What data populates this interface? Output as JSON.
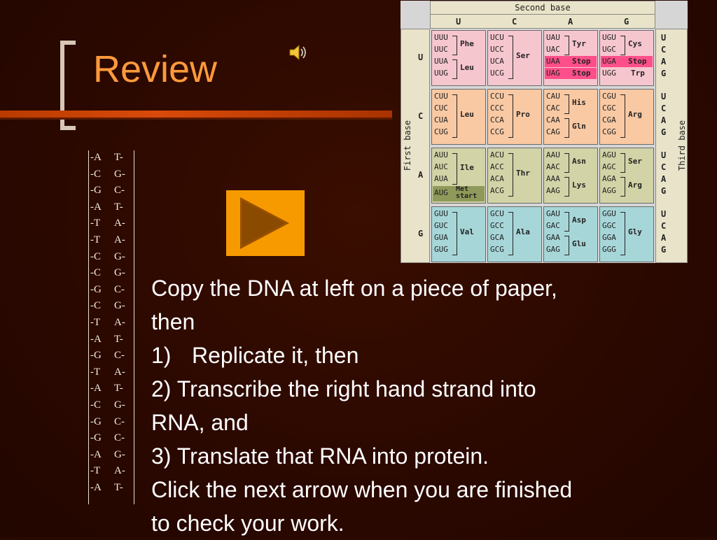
{
  "slide": {
    "title": "Review",
    "dna_left": [
      "-A",
      "-C",
      "-G",
      "-A",
      "-T",
      "-T",
      "-C",
      "-C",
      "-G",
      "-C",
      "-T",
      "-A",
      "-G",
      "-T",
      "-A",
      "-C",
      "-G",
      "-G",
      "-A",
      "-T",
      "-A"
    ],
    "dna_right": [
      "T-",
      "G-",
      "C-",
      "T-",
      "A-",
      "A-",
      "G-",
      "G-",
      "C-",
      "G-",
      "A-",
      "T-",
      "C-",
      "A-",
      "T-",
      "G-",
      "C-",
      "C-",
      "G-",
      "A-",
      "T-"
    ],
    "instructions": {
      "line1": "Copy the DNA at left on a piece of paper,",
      "line2": "then",
      "step1_num": "1)",
      "step1_text": "Replicate it, then",
      "line4a": "2) Transcribe the right hand strand into",
      "line4b": "RNA, and",
      "line5": "3) Translate that RNA into protein.",
      "line6a": "Click the next arrow when you are finished",
      "line6b": "to check your work."
    },
    "colors": {
      "title": "#ff9a3c",
      "play_button": "#f79a00",
      "arrow": "#8a4a00"
    }
  },
  "codon_table": {
    "second_base_label": "Second base",
    "first_base_label": "First base",
    "third_base_label": "Third base",
    "second_bases": [
      "U",
      "C",
      "A",
      "G"
    ],
    "first_bases": [
      "U",
      "C",
      "A",
      "G"
    ],
    "third_bases": [
      "U",
      "C",
      "A",
      "G"
    ],
    "rows": [
      {
        "color": "#f6c6cf",
        "cells": [
          {
            "groups": [
              {
                "codons": [
                  "UUU",
                  "UUC"
                ],
                "aa": "Phe"
              },
              {
                "codons": [
                  "UUA",
                  "UUG"
                ],
                "aa": "Leu"
              }
            ]
          },
          {
            "groups": [
              {
                "codons": [
                  "UCU",
                  "UCC",
                  "UCA",
                  "UCG"
                ],
                "aa": "Ser"
              }
            ]
          },
          {
            "groups": [
              {
                "codons": [
                  "UAU",
                  "UAC"
                ],
                "aa": "Tyr"
              }
            ],
            "stops": [
              {
                "codon": "UAA",
                "aa": "Stop"
              },
              {
                "codon": "UAG",
                "aa": "Stop"
              }
            ]
          },
          {
            "groups": [
              {
                "codons": [
                  "UGU",
                  "UGC"
                ],
                "aa": "Cys"
              }
            ],
            "stops": [
              {
                "codon": "UGA",
                "aa": "Stop"
              }
            ],
            "single": {
              "codon": "UGG",
              "aa": "Trp"
            }
          }
        ]
      },
      {
        "color": "#f9c9a3",
        "cells": [
          {
            "groups": [
              {
                "codons": [
                  "CUU",
                  "CUC",
                  "CUA",
                  "CUG"
                ],
                "aa": "Leu"
              }
            ]
          },
          {
            "groups": [
              {
                "codons": [
                  "CCU",
                  "CCC",
                  "CCA",
                  "CCG"
                ],
                "aa": "Pro"
              }
            ]
          },
          {
            "groups": [
              {
                "codons": [
                  "CAU",
                  "CAC"
                ],
                "aa": "His"
              },
              {
                "codons": [
                  "CAA",
                  "CAG"
                ],
                "aa": "Gln"
              }
            ]
          },
          {
            "groups": [
              {
                "codons": [
                  "CGU",
                  "CGC",
                  "CGA",
                  "CGG"
                ],
                "aa": "Arg"
              }
            ]
          }
        ]
      },
      {
        "color": "#d2d3a6",
        "cells": [
          {
            "groups": [
              {
                "codons": [
                  "AUU",
                  "AUC",
                  "AUA"
                ],
                "aa": "Ile"
              }
            ],
            "met": {
              "codon": "AUG",
              "aa1": "Met",
              "aa2": "start"
            }
          },
          {
            "groups": [
              {
                "codons": [
                  "ACU",
                  "ACC",
                  "ACA",
                  "ACG"
                ],
                "aa": "Thr"
              }
            ]
          },
          {
            "groups": [
              {
                "codons": [
                  "AAU",
                  "AAC"
                ],
                "aa": "Asn"
              },
              {
                "codons": [
                  "AAA",
                  "AAG"
                ],
                "aa": "Lys"
              }
            ]
          },
          {
            "groups": [
              {
                "codons": [
                  "AGU",
                  "AGC"
                ],
                "aa": "Ser"
              },
              {
                "codons": [
                  "AGA",
                  "AGG"
                ],
                "aa": "Arg"
              }
            ]
          }
        ]
      },
      {
        "color": "#a7d6d8",
        "cells": [
          {
            "groups": [
              {
                "codons": [
                  "GUU",
                  "GUC",
                  "GUA",
                  "GUG"
                ],
                "aa": "Val"
              }
            ]
          },
          {
            "groups": [
              {
                "codons": [
                  "GCU",
                  "GCC",
                  "GCA",
                  "GCG"
                ],
                "aa": "Ala"
              }
            ]
          },
          {
            "groups": [
              {
                "codons": [
                  "GAU",
                  "GAC"
                ],
                "aa": "Asp"
              },
              {
                "codons": [
                  "GAA",
                  "GAG"
                ],
                "aa": "Glu"
              }
            ]
          },
          {
            "groups": [
              {
                "codons": [
                  "GGU",
                  "GGC",
                  "GGA",
                  "GGG"
                ],
                "aa": "Gly"
              }
            ]
          }
        ]
      }
    ]
  }
}
